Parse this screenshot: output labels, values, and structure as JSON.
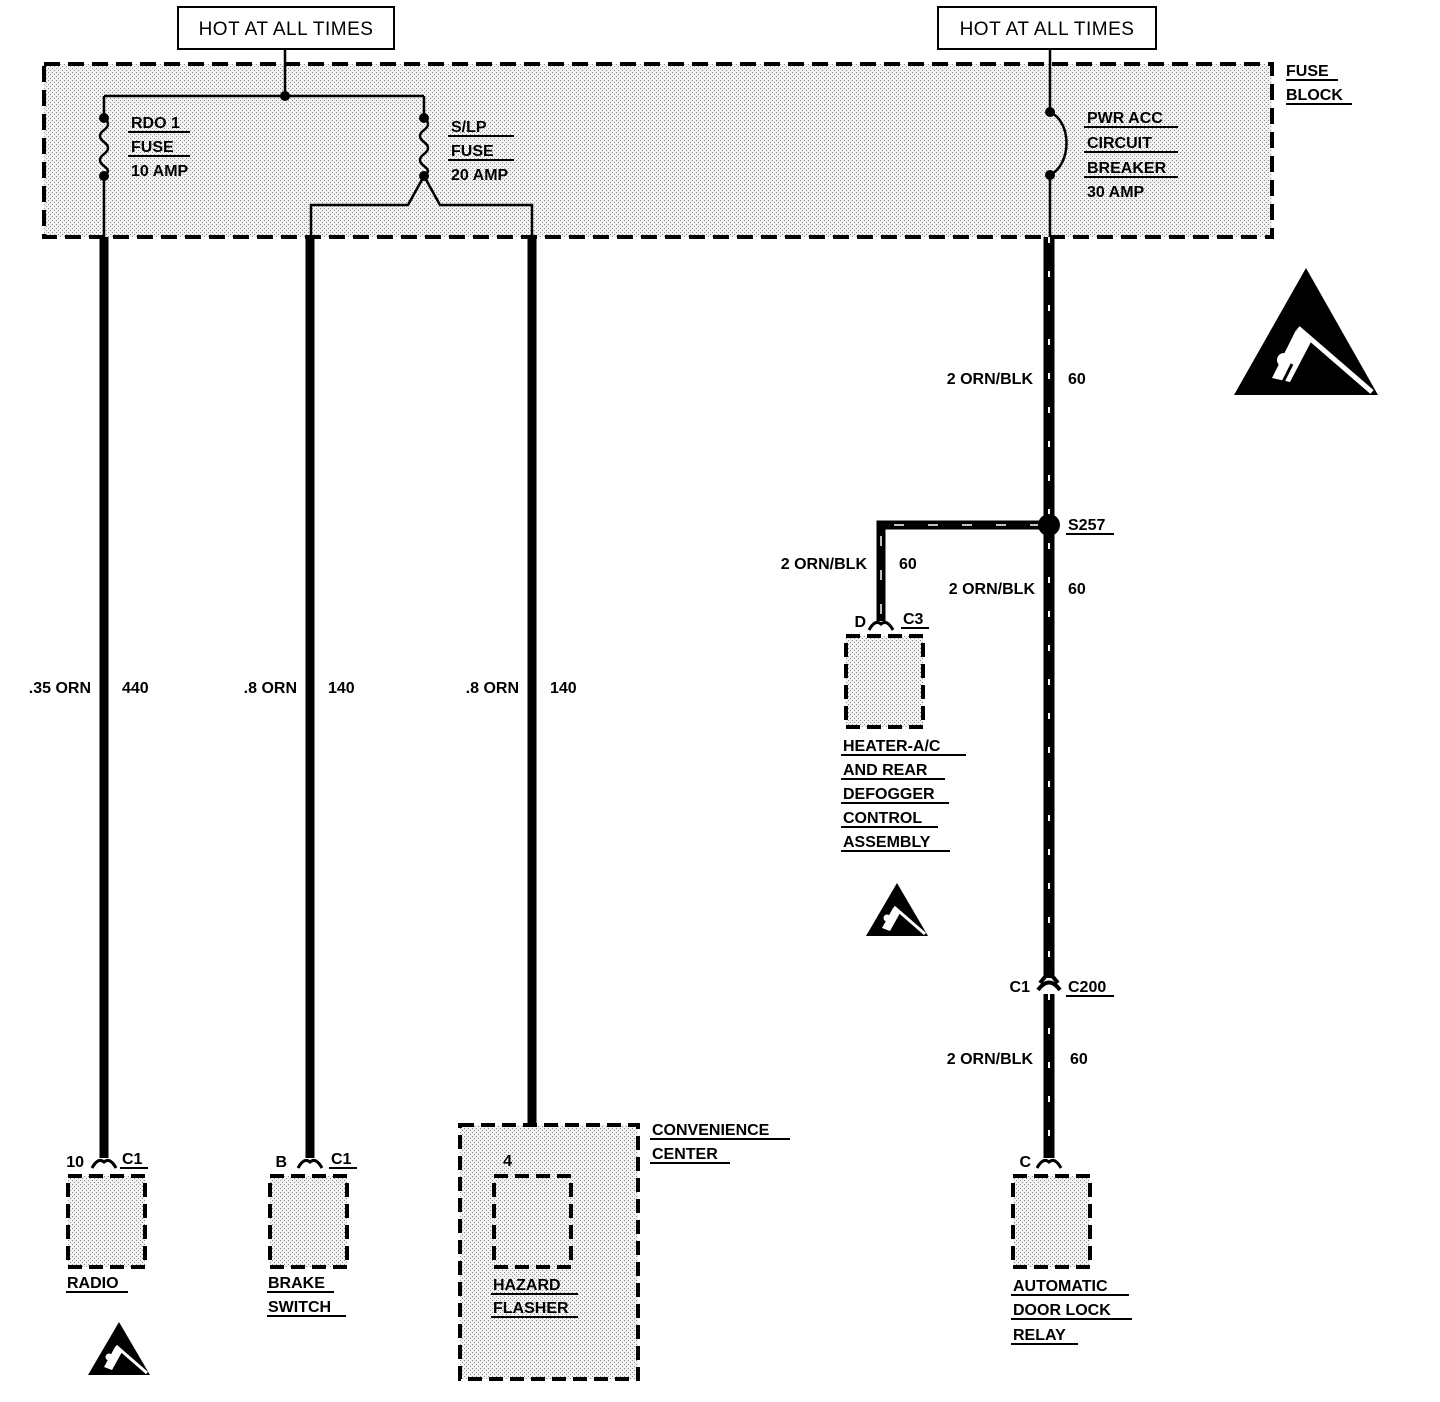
{
  "hot_left": "HOT AT ALL TIMES",
  "hot_right": "HOT AT ALL TIMES",
  "fuse_block": [
    "FUSE",
    "BLOCK"
  ],
  "fuse_rdo": [
    "RDO 1",
    "FUSE",
    "10 AMP"
  ],
  "fuse_slp": [
    "S/LP",
    "FUSE",
    "20 AMP"
  ],
  "breaker_pwr": [
    "PWR ACC",
    "CIRCUIT",
    "BREAKER",
    "30 AMP"
  ],
  "wires": {
    "radio": {
      "gauge_color": ".35 ORN",
      "circuit": "440"
    },
    "brake": {
      "gauge_color": ".8 ORN",
      "circuit": "140"
    },
    "hazard": {
      "gauge_color": ".8 ORN",
      "circuit": "140"
    },
    "pwr_upper": {
      "gauge_color": "2 ORN/BLK",
      "circuit": "60"
    },
    "heater_branch": {
      "gauge_color": "2 ORN/BLK",
      "circuit": "60"
    },
    "pwr_mid": {
      "gauge_color": "2 ORN/BLK",
      "circuit": "60"
    },
    "pwr_lower": {
      "gauge_color": "2 ORN/BLK",
      "circuit": "60"
    }
  },
  "splice": "S257",
  "inline_connector": {
    "left": "C1",
    "right": "C200"
  },
  "components": {
    "radio": {
      "pin": "10",
      "connector": "C1",
      "name": [
        "RADIO"
      ]
    },
    "brake": {
      "pin": "B",
      "connector": "C1",
      "name": [
        "BRAKE",
        "SWITCH"
      ]
    },
    "hazard": {
      "pin": "4",
      "name": [
        "HAZARD",
        "FLASHER"
      ]
    },
    "convenience": {
      "name": [
        "CONVENIENCE",
        "CENTER"
      ]
    },
    "heater": {
      "pin": "D",
      "connector": "C3",
      "name": [
        "HEATER-A/C",
        "AND REAR",
        "DEFOGGER",
        "CONTROL",
        "ASSEMBLY"
      ]
    },
    "door_lock": {
      "pin": "C",
      "name": [
        "AUTOMATIC",
        "DOOR LOCK",
        "RELAY"
      ]
    }
  },
  "esd_symbols": [
    "esd-warning-large",
    "esd-warning-heater",
    "esd-warning-radio"
  ]
}
